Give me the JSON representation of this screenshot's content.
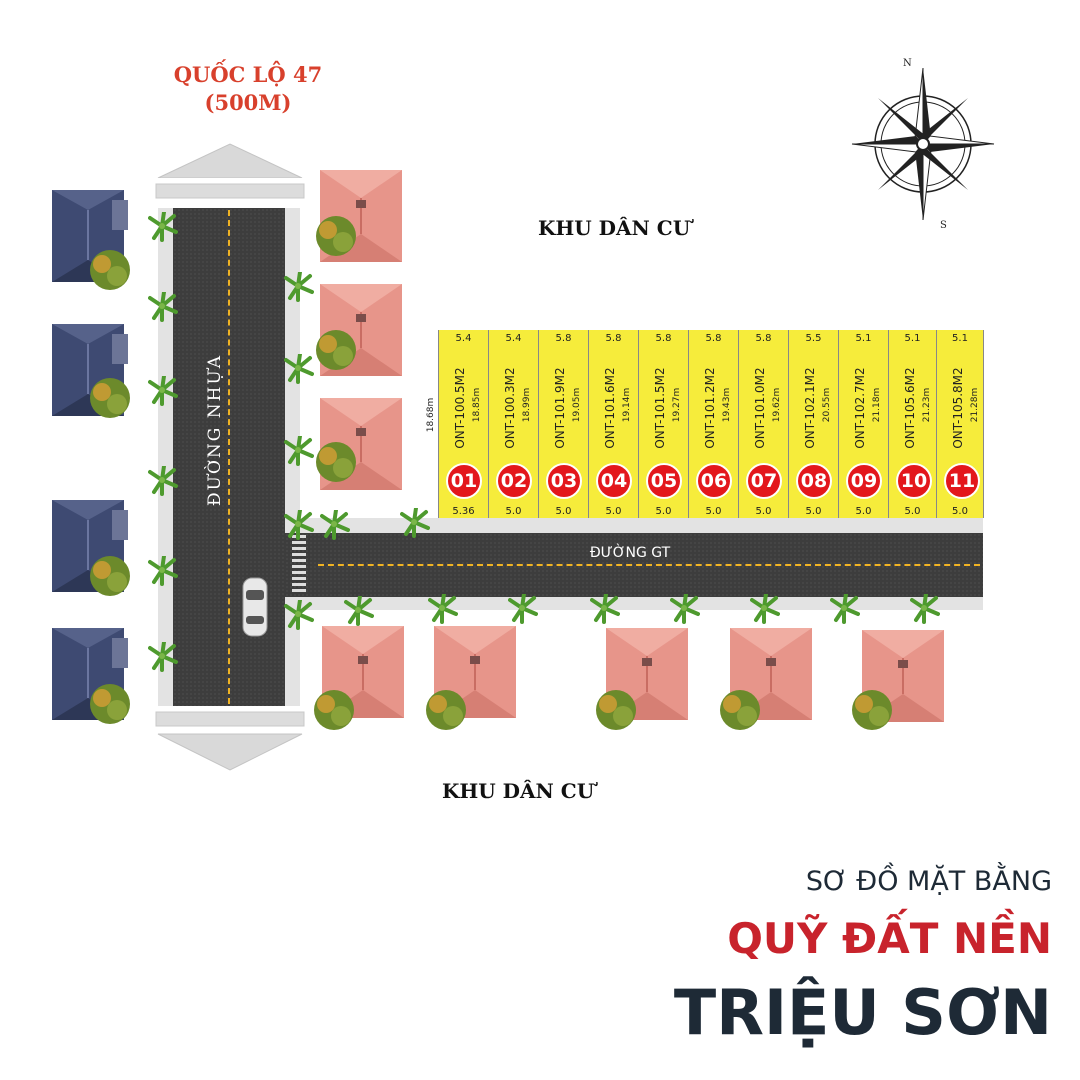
{
  "labels": {
    "highway": "QUỐC LỘ 47",
    "highway_distance": "(500M)",
    "residential_top": "KHU DÂN CƯ",
    "residential_bottom": "KHU DÂN CƯ",
    "main_road": "ĐƯỜNG NHỰA",
    "side_road": "ĐƯỜNG GT",
    "first_lot_depth": "18.68m"
  },
  "compass": {
    "n": "N",
    "s": "S"
  },
  "lots": [
    {
      "number": "01",
      "code": "ONT-100.5M2",
      "top": "5.4",
      "bottom": "5.36",
      "depth": "18.85m"
    },
    {
      "number": "02",
      "code": "ONT-100.3M2",
      "top": "5.4",
      "bottom": "5.0",
      "depth": "18.99m"
    },
    {
      "number": "03",
      "code": "ONT-101.9M2",
      "top": "5.8",
      "bottom": "5.0",
      "depth": "19.05m"
    },
    {
      "number": "04",
      "code": "ONT-101.6M2",
      "top": "5.8",
      "bottom": "5.0",
      "depth": "19.14m"
    },
    {
      "number": "05",
      "code": "ONT-101.5M2",
      "top": "5.8",
      "bottom": "5.0",
      "depth": "19.27m"
    },
    {
      "number": "06",
      "code": "ONT-101.2M2",
      "top": "5.8",
      "bottom": "5.0",
      "depth": "19.43m"
    },
    {
      "number": "07",
      "code": "ONT-101.0M2",
      "top": "5.8",
      "bottom": "5.0",
      "depth": "19.62m"
    },
    {
      "number": "08",
      "code": "ONT-102.1M2",
      "top": "5.5",
      "bottom": "5.0",
      "depth": "20.55m"
    },
    {
      "number": "09",
      "code": "ONT-102.7M2",
      "top": "5.1",
      "bottom": "5.0",
      "depth": "21.18m"
    },
    {
      "number": "10",
      "code": "ONT-105.6M2",
      "top": "5.1",
      "bottom": "5.0",
      "depth": "21.23m"
    },
    {
      "number": "11",
      "code": "ONT-105.8M2",
      "top": "5.1",
      "bottom": "5.0",
      "depth": "21.28m"
    }
  ],
  "title": {
    "line1": "SƠ ĐỒ MẶT BẰNG",
    "line2": "QUỸ ĐẤT NỀN",
    "line3": "TRIỆU SƠN"
  },
  "colors": {
    "lot_fill": "#f6ec3b",
    "badge": "#e3171c",
    "road": "#3d3d3d",
    "title_red": "#c8232c",
    "title_dark": "#1e2a36",
    "highway_label": "#d8402c"
  },
  "icons": [
    "compass-rose-icon",
    "palm-tree-icon",
    "house-icon",
    "car-icon",
    "arrow-up-icon",
    "arrow-down-icon"
  ]
}
